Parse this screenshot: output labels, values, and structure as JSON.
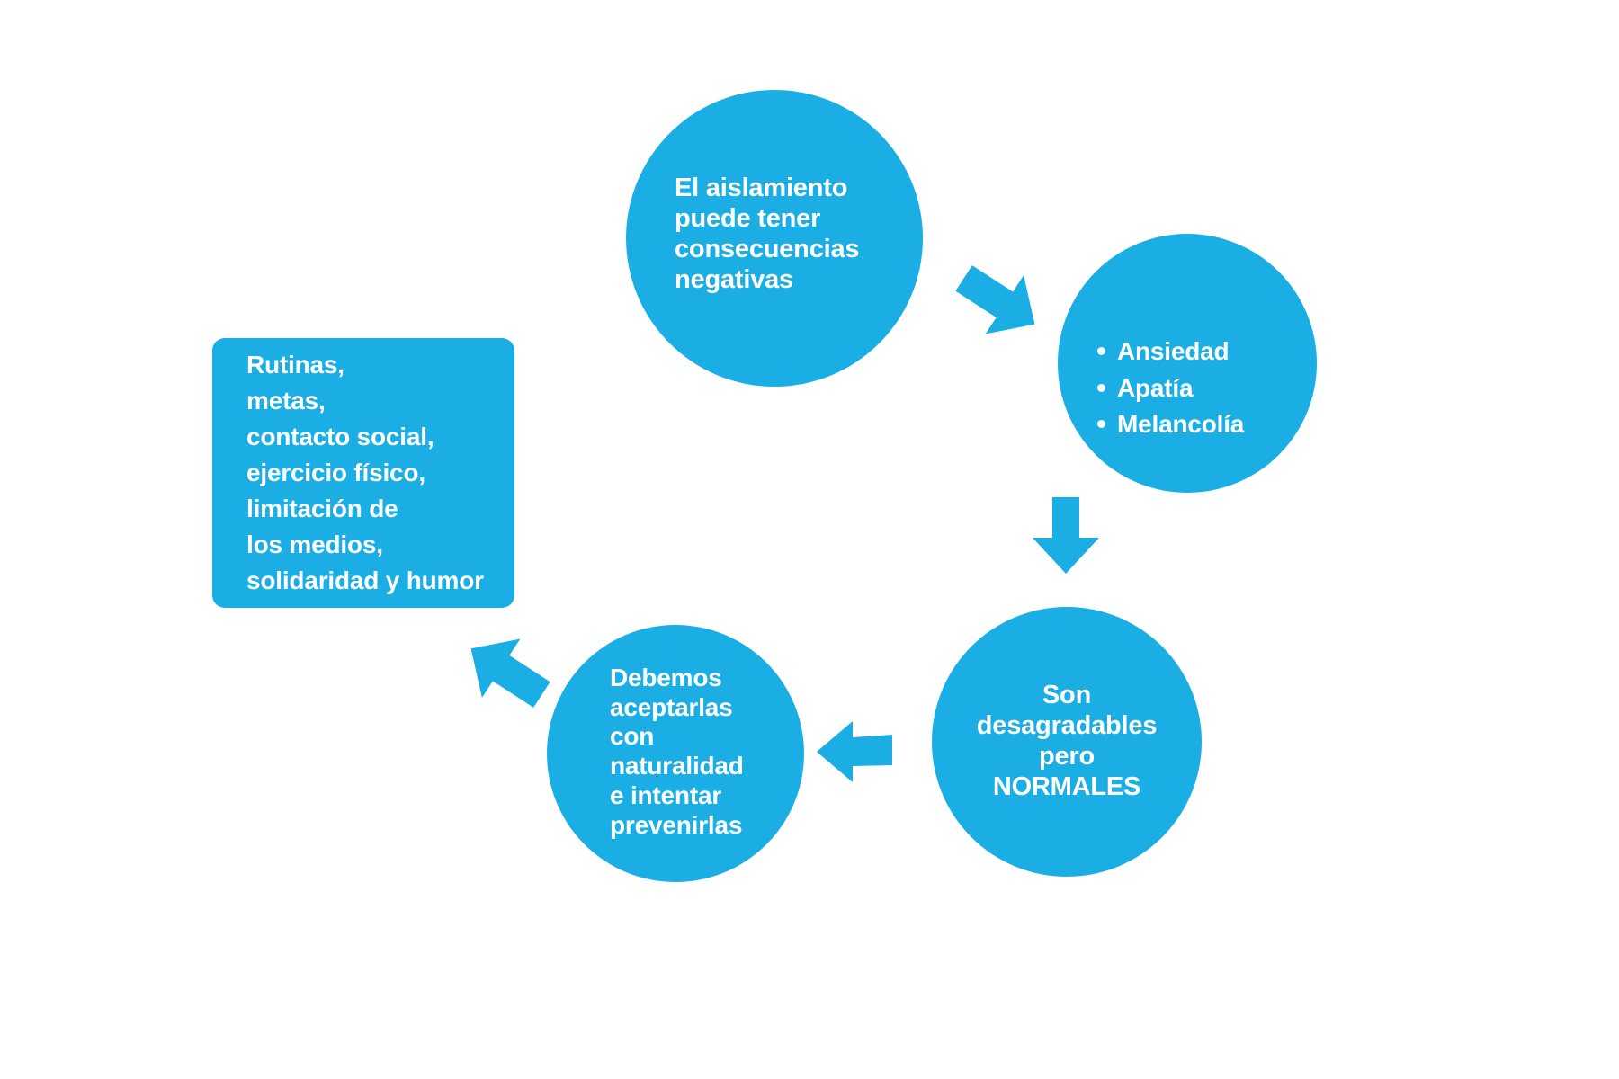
{
  "diagram": {
    "title_text_present": false,
    "background_color": "#FFFFFF",
    "accent_color": "#1BAEE5",
    "text_color": "#FFFFFF",
    "nodes": {
      "isolation": {
        "shape": "circle",
        "text": "El aislamiento\npuede tener\nconsecuencias\nnegativas"
      },
      "symptoms": {
        "shape": "circle",
        "items": [
          "Ansiedad",
          "Apatía",
          "Melancolía"
        ]
      },
      "normal": {
        "shape": "circle",
        "text": "Son\ndesagradables\npero\nNORMALES"
      },
      "accept": {
        "shape": "circle",
        "text": "Debemos\naceptarlas\ncon\nnaturalidad\ne intentar\nprevenirlas"
      },
      "routines": {
        "shape": "rounded-rectangle",
        "text": "Rutinas,\nmetas,\ncontacto social,\nejercicio físico,\nlimitación de\nlos medios,\nsolidaridad y humor"
      }
    },
    "arrows": [
      {
        "name": "isolation-to-symptoms",
        "direction": "down-right"
      },
      {
        "name": "symptoms-to-normal",
        "direction": "down"
      },
      {
        "name": "normal-to-accept",
        "direction": "left"
      },
      {
        "name": "accept-to-routines",
        "direction": "up-left"
      }
    ]
  }
}
